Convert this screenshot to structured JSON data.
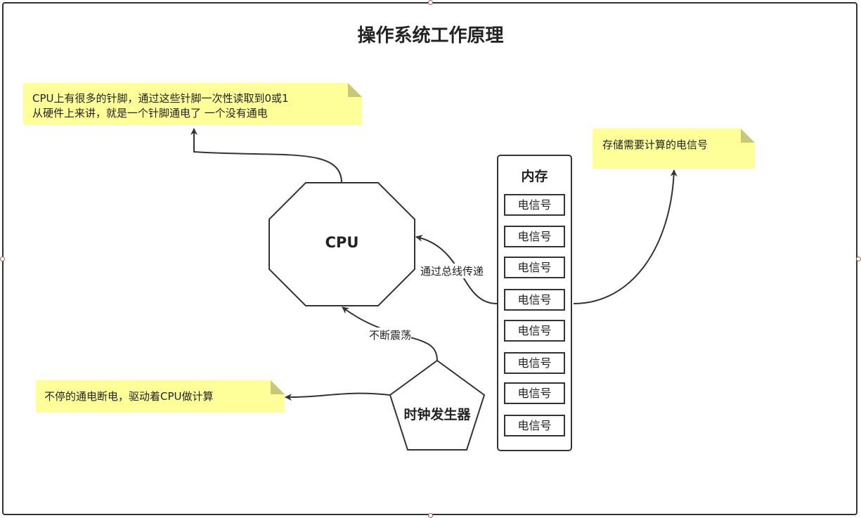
{
  "title": "操作系统工作原理",
  "notes": {
    "cpu_pins_line1": "CPU上有很多的针脚，通过这些针脚一次性读取到0或1",
    "cpu_pins_line2": "从硬件上来讲，就是一个针脚通电了 一个没有通电",
    "storage": "存储需要计算的电信号",
    "clock": "不停的通电断电，驱动着CPU做计算"
  },
  "cpu": {
    "label": "CPU"
  },
  "clock": {
    "label": "时钟发生器"
  },
  "memory": {
    "title": "内存",
    "cells": [
      "电信号",
      "电信号",
      "电信号",
      "电信号",
      "电信号",
      "电信号",
      "电信号",
      "电信号"
    ]
  },
  "edges": {
    "bus": "通过总线传递",
    "oscillate": "不断震荡"
  },
  "colors": {
    "note_fill": "#ffff99",
    "note_fold": "#c8c87a",
    "stroke": "#333333"
  }
}
